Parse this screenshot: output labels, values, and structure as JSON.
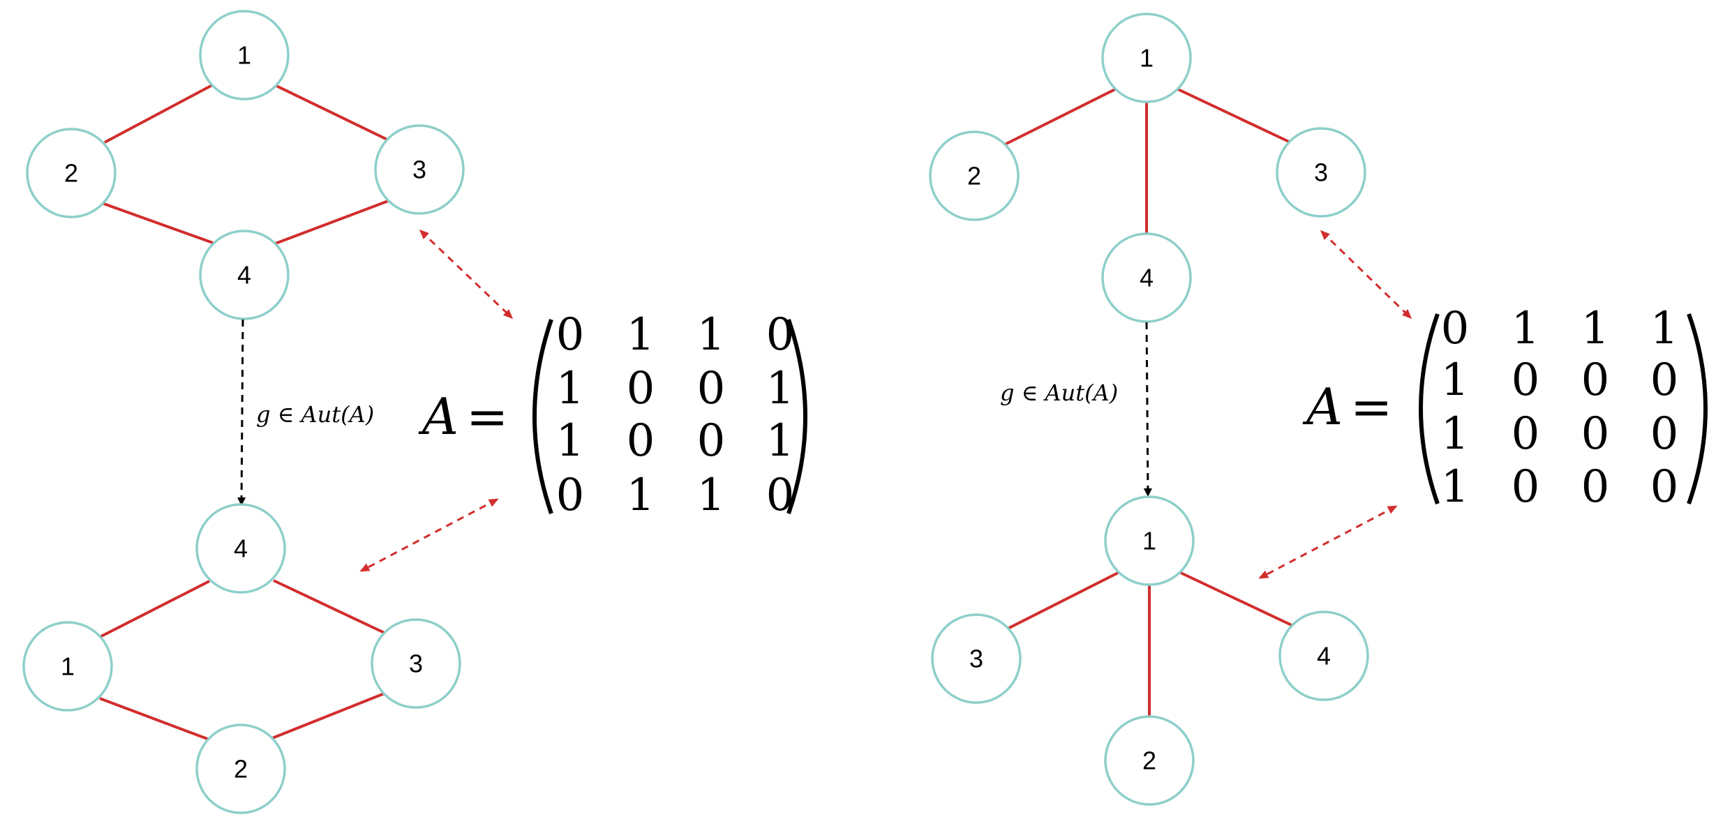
{
  "left_panel": {
    "top_graph": {
      "nodes": [
        "1",
        "2",
        "3",
        "4"
      ]
    },
    "bottom_graph": {
      "nodes": [
        "4",
        "1",
        "3",
        "2"
      ]
    },
    "mapping_label": "g ∈ Aut(A)",
    "matrix": {
      "name": "A",
      "equals": "=",
      "rows": [
        [
          "0",
          "1",
          "1",
          "0"
        ],
        [
          "1",
          "0",
          "0",
          "1"
        ],
        [
          "1",
          "0",
          "0",
          "1"
        ],
        [
          "0",
          "1",
          "1",
          "0"
        ]
      ]
    }
  },
  "right_panel": {
    "top_graph": {
      "nodes": [
        "1",
        "2",
        "3",
        "4"
      ]
    },
    "bottom_graph": {
      "nodes": [
        "1",
        "3",
        "4",
        "2"
      ]
    },
    "mapping_label": "g ∈ Aut(A)",
    "matrix": {
      "name": "A",
      "equals": "=",
      "rows": [
        [
          "0",
          "1",
          "1",
          "1"
        ],
        [
          "1",
          "0",
          "0",
          "0"
        ],
        [
          "1",
          "0",
          "0",
          "0"
        ],
        [
          "1",
          "0",
          "0",
          "0"
        ]
      ]
    }
  },
  "colors": {
    "node_stroke": "#8ecfca",
    "edge": "#d12d2d",
    "arrow": "#000000"
  }
}
